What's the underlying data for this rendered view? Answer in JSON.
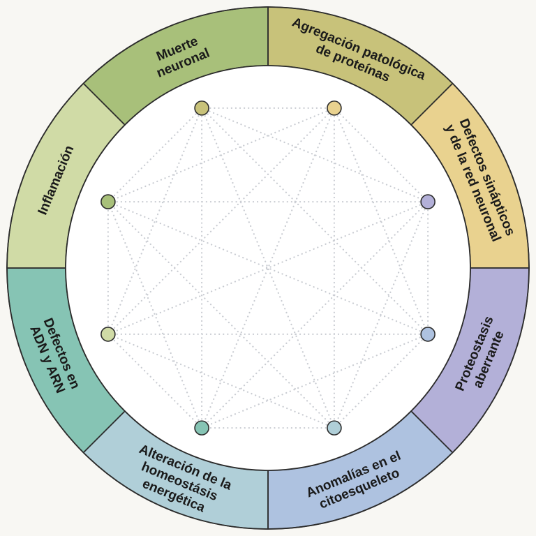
{
  "diagram": {
    "segments": [
      {
        "id": "agregacion",
        "lines": [
          "Agregación patológica",
          "de proteínas"
        ],
        "color": "#c8c27a"
      },
      {
        "id": "sinapticos",
        "lines": [
          "Defectos sinápticos",
          "y de la red neuronal"
        ],
        "color": "#e9d28f"
      },
      {
        "id": "proteostasis",
        "lines": [
          "Proteostasis",
          "aberrante"
        ],
        "color": "#b3b0d8"
      },
      {
        "id": "citoesqueleto",
        "lines": [
          "Anomalías en el",
          "citoesqueleto"
        ],
        "color": "#aec2e0"
      },
      {
        "id": "homeostasis",
        "lines": [
          "Alteración de la",
          "homeostásis",
          "energética"
        ],
        "color": "#b0cfd8"
      },
      {
        "id": "adn-arn",
        "lines": [
          "Defectos en",
          "ADN y ARN"
        ],
        "color": "#86c4b4"
      },
      {
        "id": "inflamacion",
        "lines": [
          "Inflamación"
        ],
        "color": "#d0dba6"
      },
      {
        "id": "muerte",
        "lines": [
          "Muerte",
          "neuronal"
        ],
        "color": "#a8c07a"
      }
    ]
  }
}
